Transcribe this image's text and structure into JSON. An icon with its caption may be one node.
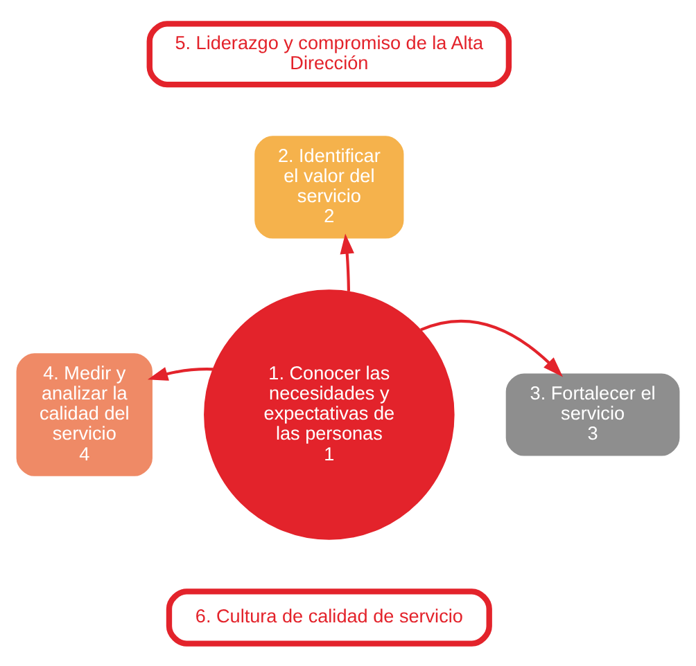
{
  "diagram": {
    "nodes": [
      {
        "text": [
          "1. Conocer las necesidades y expectativas de las personas",
          "1"
        ]
      },
      {
        "text": [
          "2. Identificar el valor del servicio",
          "2"
        ]
      },
      {
        "text": [
          "3. Fortalecer el servicio",
          "3"
        ]
      },
      {
        "text": [
          "4. Medir y analizar la calidad del servicio",
          "4"
        ]
      },
      {
        "text": [
          "5. Liderazgo y compromiso de la Alta Dirección"
        ]
      },
      {
        "text": [
          "6. Cultura de calidad de servicio"
        ]
      }
    ],
    "edges": [
      {
        "from": 0,
        "to": 1,
        "arrow": "to"
      },
      {
        "from": 0,
        "to": 2,
        "arrow": "to"
      },
      {
        "from": 0,
        "to": 3,
        "arrow": "to"
      }
    ]
  }
}
